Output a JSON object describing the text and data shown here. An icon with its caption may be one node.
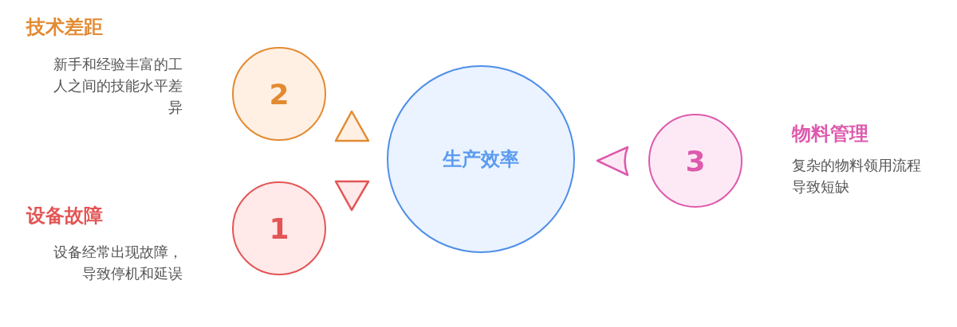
{
  "diagram": {
    "nodes": [
      {
        "text": [
          "2"
        ],
        "beside": [
          "技术差距",
          "新手和经验丰富的工人之间的技能水平差异"
        ]
      },
      {
        "text": [
          "1"
        ],
        "beside": [
          "设备故障",
          "设备经常出现故障，导致停机和延误"
        ]
      },
      {
        "text": [
          "生产效率"
        ]
      },
      {
        "text": [
          "3"
        ],
        "beside": [
          "物料管理",
          "复杂的物料领用流程导致短缺"
        ]
      }
    ]
  }
}
